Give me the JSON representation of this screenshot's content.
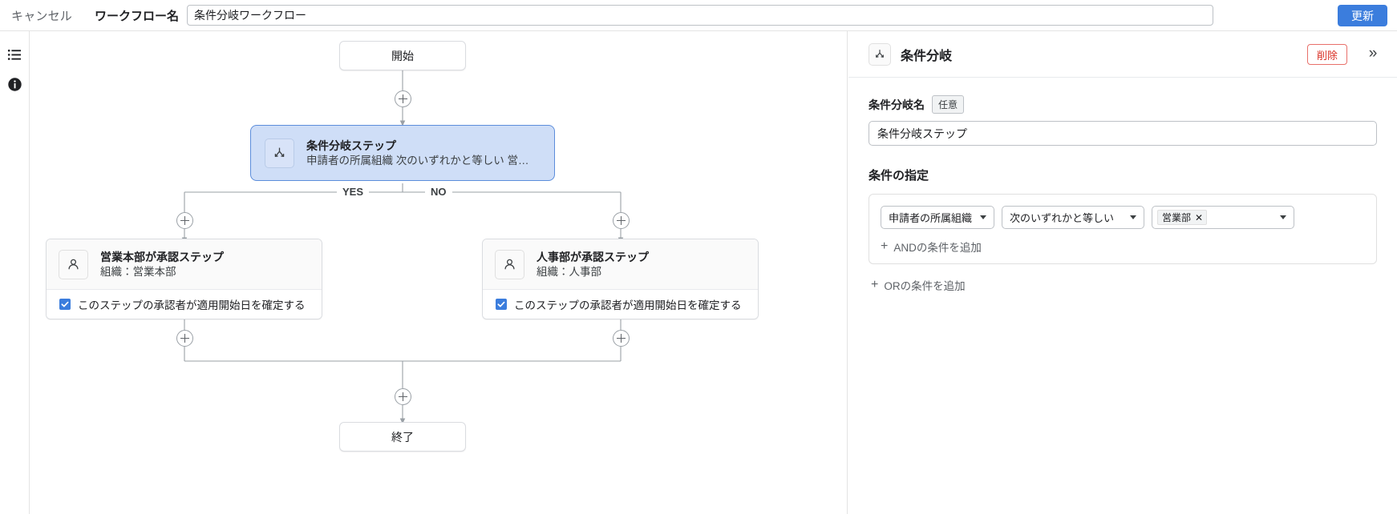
{
  "topbar": {
    "cancel_label": "キャンセル",
    "workflow_name_label": "ワークフロー名",
    "workflow_name_value": "条件分岐ワークフロー",
    "workflow_name_placeholder": "ワークフロー名",
    "update_label": "更新"
  },
  "rail": {
    "list_icon": "list-icon",
    "info_icon": "info-icon"
  },
  "canvas": {
    "start_node": {
      "label": "開始"
    },
    "branch_node": {
      "title": "条件分岐ステップ",
      "subtitle": "申請者の所属組織 次のいずれかと等しい 営…",
      "icon": "branch-icon"
    },
    "edge_labels": {
      "yes": "YES",
      "no": "NO"
    },
    "approval_left": {
      "title": "営業本部が承認ステップ",
      "subtitle": "組織：営業本部",
      "checkbox_label": "このステップの承認者が適用開始日を確定する",
      "checkbox_checked": true,
      "icon": "person-icon"
    },
    "approval_right": {
      "title": "人事部が承認ステップ",
      "subtitle": "組織：人事部",
      "checkbox_label": "このステップの承認者が適用開始日を確定する",
      "checkbox_checked": true,
      "icon": "person-icon"
    },
    "end_node": {
      "label": "終了"
    }
  },
  "panel": {
    "header": {
      "icon": "branch-icon",
      "title": "条件分岐",
      "delete_label": "削除",
      "collapse_icon": "chevron-double-right-icon"
    },
    "branch_name": {
      "label": "条件分岐名",
      "badge": "任意",
      "value": "条件分岐ステップ",
      "placeholder": "条件分岐名"
    },
    "condition_section": {
      "title": "条件の指定",
      "row": {
        "field_select": "申請者の所属組織",
        "operator_select": "次のいずれかと等しい",
        "value_chip": "営業部",
        "value_chip_remove": "✕"
      },
      "add_and_label": "ANDの条件を追加",
      "add_or_label": "ORの条件を追加"
    }
  },
  "colors": {
    "accent_blue": "#3b7ddd",
    "selected_node_fill": "#cfdef7",
    "selected_node_border": "#5c8ddb",
    "delete_red": "#d93025",
    "border_grey": "#dadce0"
  }
}
